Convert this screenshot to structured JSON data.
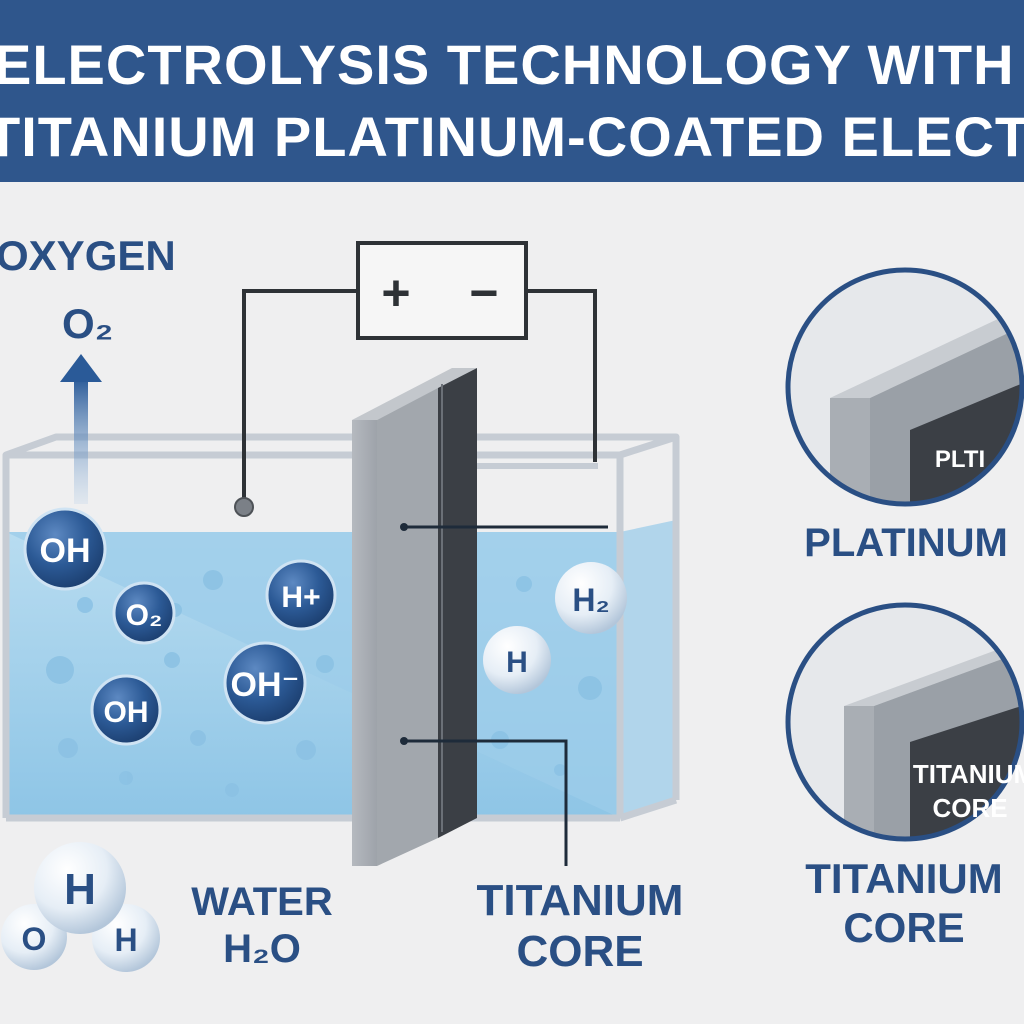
{
  "title": {
    "line1": "ELECTROLYSIS TECHNOLOGY WITH",
    "line2": "TITANIUM PLATINUM-COATED ELECTRODE"
  },
  "labels": {
    "oxygen": "OXYGEN",
    "o2_formula": "O₂",
    "battery_plus": "+",
    "battery_minus": "−",
    "water": "WATER",
    "h2o_formula": "H₂O",
    "titanium_core_line1": "TITANIUM",
    "titanium_core_line2": "CORE"
  },
  "molecules_left": {
    "m1": "OH",
    "m2": "O₂",
    "m3": "H+",
    "m4": "OH⁻",
    "m5": "OH"
  },
  "molecules_right": {
    "m1": "H₂",
    "m2": "H"
  },
  "water_molecule": {
    "h_top": "H",
    "o_left": "O",
    "h_right": "H"
  },
  "insets": {
    "top": {
      "plate_text": "PLTI",
      "caption": "PLATINUM"
    },
    "bottom": {
      "plate_text_line1": "TITANIUM",
      "plate_text_line2": "CORE",
      "caption_line1": "TITANIUM",
      "caption_line2": "CORE"
    }
  },
  "colors": {
    "banner": "#2f568c",
    "navy": "#2a4f84",
    "water": "#a6d3ec",
    "tank_outline": "#c6ccd4",
    "background": "#efeff0"
  }
}
